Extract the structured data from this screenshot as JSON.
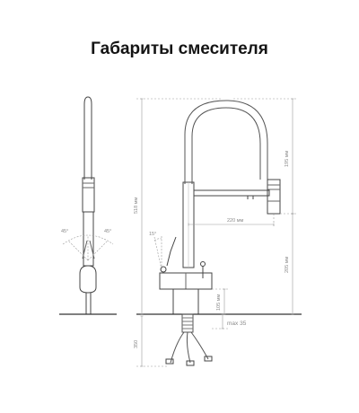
{
  "title": "Габариты смесителя",
  "dimensions": {
    "total_height": "518 мм",
    "spout_reach": "220 мм",
    "spring_height": "195 мм",
    "spout_height": "205 мм",
    "base_height": "105 мм",
    "max_thickness": "max 35",
    "hose_length": "350",
    "left_angle": "45°",
    "right_angle": "45°",
    "lever_angle": "15°"
  }
}
